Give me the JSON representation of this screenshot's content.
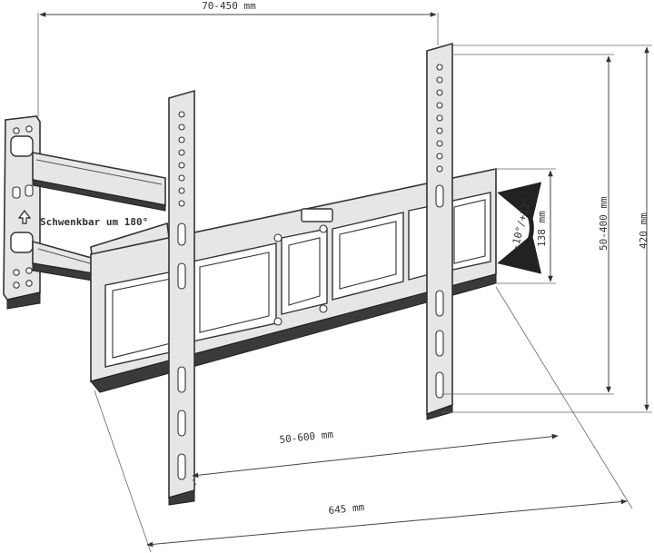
{
  "labels": {
    "arm_extension": "70-450 mm",
    "swivel": "Schwenkbar um 180°",
    "tilt": "-10°/+12°",
    "tilt_height": "138 mm",
    "vesa_vertical": "50-400 mm",
    "total_height": "420 mm",
    "vesa_horizontal": "50-600 mm",
    "total_width": "645 mm"
  }
}
